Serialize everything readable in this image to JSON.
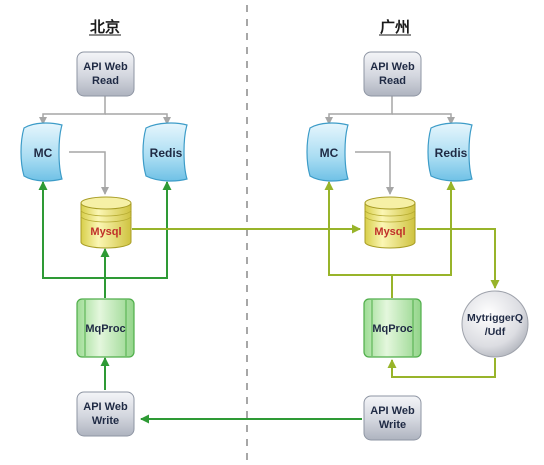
{
  "regions": {
    "left": "北京",
    "right": "广州"
  },
  "nodes": {
    "bj_api_read": [
      "API Web",
      "Read"
    ],
    "bj_mc": "MC",
    "bj_redis": "Redis",
    "bj_mysql": "Mysql",
    "bj_mqproc": "MqProc",
    "bj_api_write": [
      "API Web",
      "Write"
    ],
    "gz_api_read": [
      "API Web",
      "Read"
    ],
    "gz_mc": "MC",
    "gz_redis": "Redis",
    "gz_mysql": "Mysql",
    "gz_mqproc": "MqProc",
    "gz_trigger": [
      "MytriggerQ",
      "/Udf"
    ],
    "gz_api_write": [
      "API Web",
      "Write"
    ]
  },
  "colors": {
    "gray_arrow": "#a6a6a6",
    "dark_green_arrow": "#2e9a35",
    "olive_arrow": "#98b42a",
    "mysql_text": "#c0302a",
    "text": "#1f2a44"
  }
}
